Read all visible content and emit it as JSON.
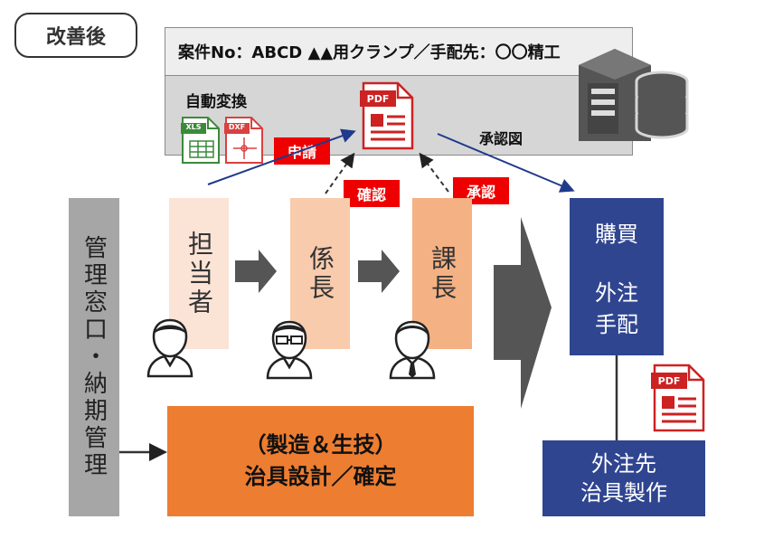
{
  "badge": "改善後",
  "server": {
    "header": "案件No：ABCD ▲▲用クランプ／手配先：〇〇精工",
    "auto_convert": "自動変換",
    "approved_drawing": "承認図"
  },
  "file_icons": {
    "xls": "XLS",
    "dxf": "DXF",
    "pdf": "PDF"
  },
  "tags": {
    "apply": "申請",
    "confirm": "確認",
    "approve": "承認"
  },
  "management": "管理窓口・納期管理",
  "stages": [
    {
      "label": "担当者",
      "color": "#fbe3d6"
    },
    {
      "label": "係長",
      "color": "#f8cbad"
    },
    {
      "label": "課長",
      "color": "#f4b183"
    }
  ],
  "design": {
    "line1": "（製造＆生技）",
    "line2": "治具設計／確定"
  },
  "purchase": {
    "line1": "購買",
    "line2": "外注",
    "line3": "手配"
  },
  "vendor": {
    "line1": "外注先",
    "line2": "治具製作"
  },
  "colors": {
    "accent_red": "#ee0000",
    "blue_box": "#2f4590",
    "orange_box": "#ed7d31",
    "mgmt_gray": "#a6a6a6"
  }
}
